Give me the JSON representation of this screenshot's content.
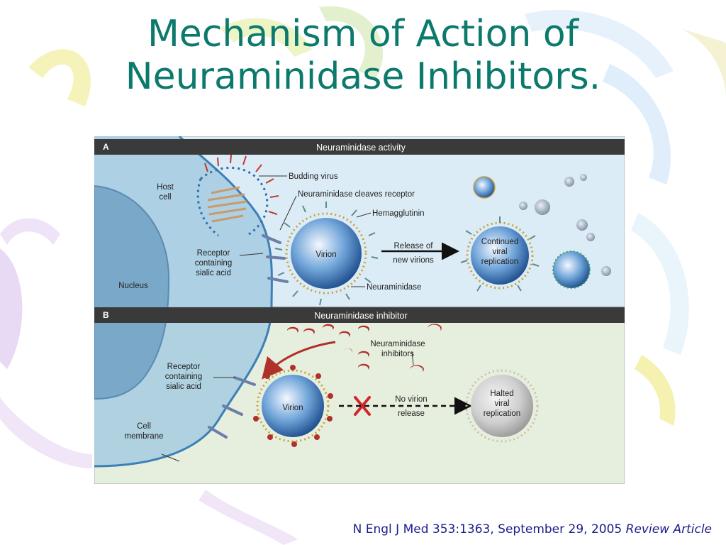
{
  "slide": {
    "title_line1": "Mechanism of Action of",
    "title_line2": "Neuraminidase Inhibitors.",
    "citation": "N Engl J Med 353:1363, September 29, 2005",
    "citation_tag": "Review Article"
  },
  "panel_a": {
    "letter": "A",
    "header": "Neuraminidase activity",
    "host_cell": [
      "Host",
      "cell"
    ],
    "nucleus": "Nucleus",
    "budding_virus": "Budding virus",
    "cleaves": "Neuraminidase cleaves receptor",
    "hemagglutinin": "Hemagglutinin",
    "receptor": [
      "Receptor",
      "containing",
      "sialic acid"
    ],
    "virion": "Virion",
    "release": [
      "Release of",
      "new virions"
    ],
    "neuraminidase": "Neuraminidase",
    "continued": [
      "Continued",
      "viral",
      "replication"
    ]
  },
  "panel_b": {
    "letter": "B",
    "header": "Neuraminidase inhibitor",
    "inhibitors": [
      "Neuraminidase",
      "inhibitors"
    ],
    "receptor": [
      "Receptor",
      "containing",
      "sialic acid"
    ],
    "virion": "Virion",
    "no_release": [
      "No virion",
      "release"
    ],
    "halted": [
      "Halted",
      "viral",
      "replication"
    ],
    "membrane": [
      "Cell",
      "membrane"
    ]
  },
  "colors": {
    "title": "#0b7a6c",
    "citation": "#1c1c8c",
    "header_bar": "#3a3a3a",
    "panel_a_bg": "#dcecf6",
    "panel_b_bg": "#e6eedd",
    "cell": "#8fbfd8",
    "virion": "#2c6fb0",
    "inhibitor": "#c0392b"
  }
}
